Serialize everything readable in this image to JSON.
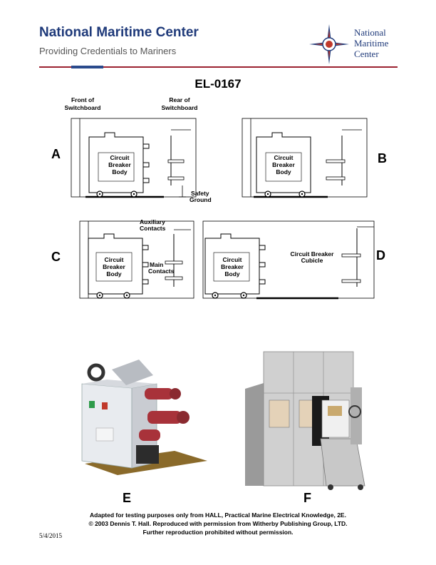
{
  "header": {
    "title": "National Maritime Center",
    "subtitle": "Providing Credentials to Mariners",
    "logo_text": [
      "National",
      "Maritime",
      "Center"
    ]
  },
  "question_id": "EL-0167",
  "diagram": {
    "front_label": [
      "Front of",
      "Switchboard"
    ],
    "rear_label": [
      "Rear of",
      "Switchboard"
    ],
    "breaker_body": [
      "Circuit",
      "Breaker",
      "Body"
    ],
    "safety_ground": [
      "Safety",
      "Ground"
    ],
    "auxiliary_contacts": [
      "Auxiliary",
      "Contacts"
    ],
    "main_contacts": [
      "Main",
      "Contacts"
    ],
    "cubicle": [
      "Circuit Breaker",
      "Cubicle"
    ],
    "letters": [
      "A",
      "B",
      "C",
      "D"
    ]
  },
  "photos": {
    "left_label": "E",
    "right_label": "F"
  },
  "credit": [
    "Adapted for testing purposes only from HALL, Practical Marine Electrical Knowledge, 2E.",
    "© 2003 Dennis T. Hall. Reproduced with permission from Witherby Publishing Group, LTD.",
    "Further reproduction prohibited without permission."
  ],
  "date": "5/4/2015",
  "colors": {
    "title": "#1f3a7a",
    "rule": "#9b2230",
    "logo_red": "#c0392b"
  },
  "icons": {
    "logo": "compass-rose-seal-icon"
  }
}
